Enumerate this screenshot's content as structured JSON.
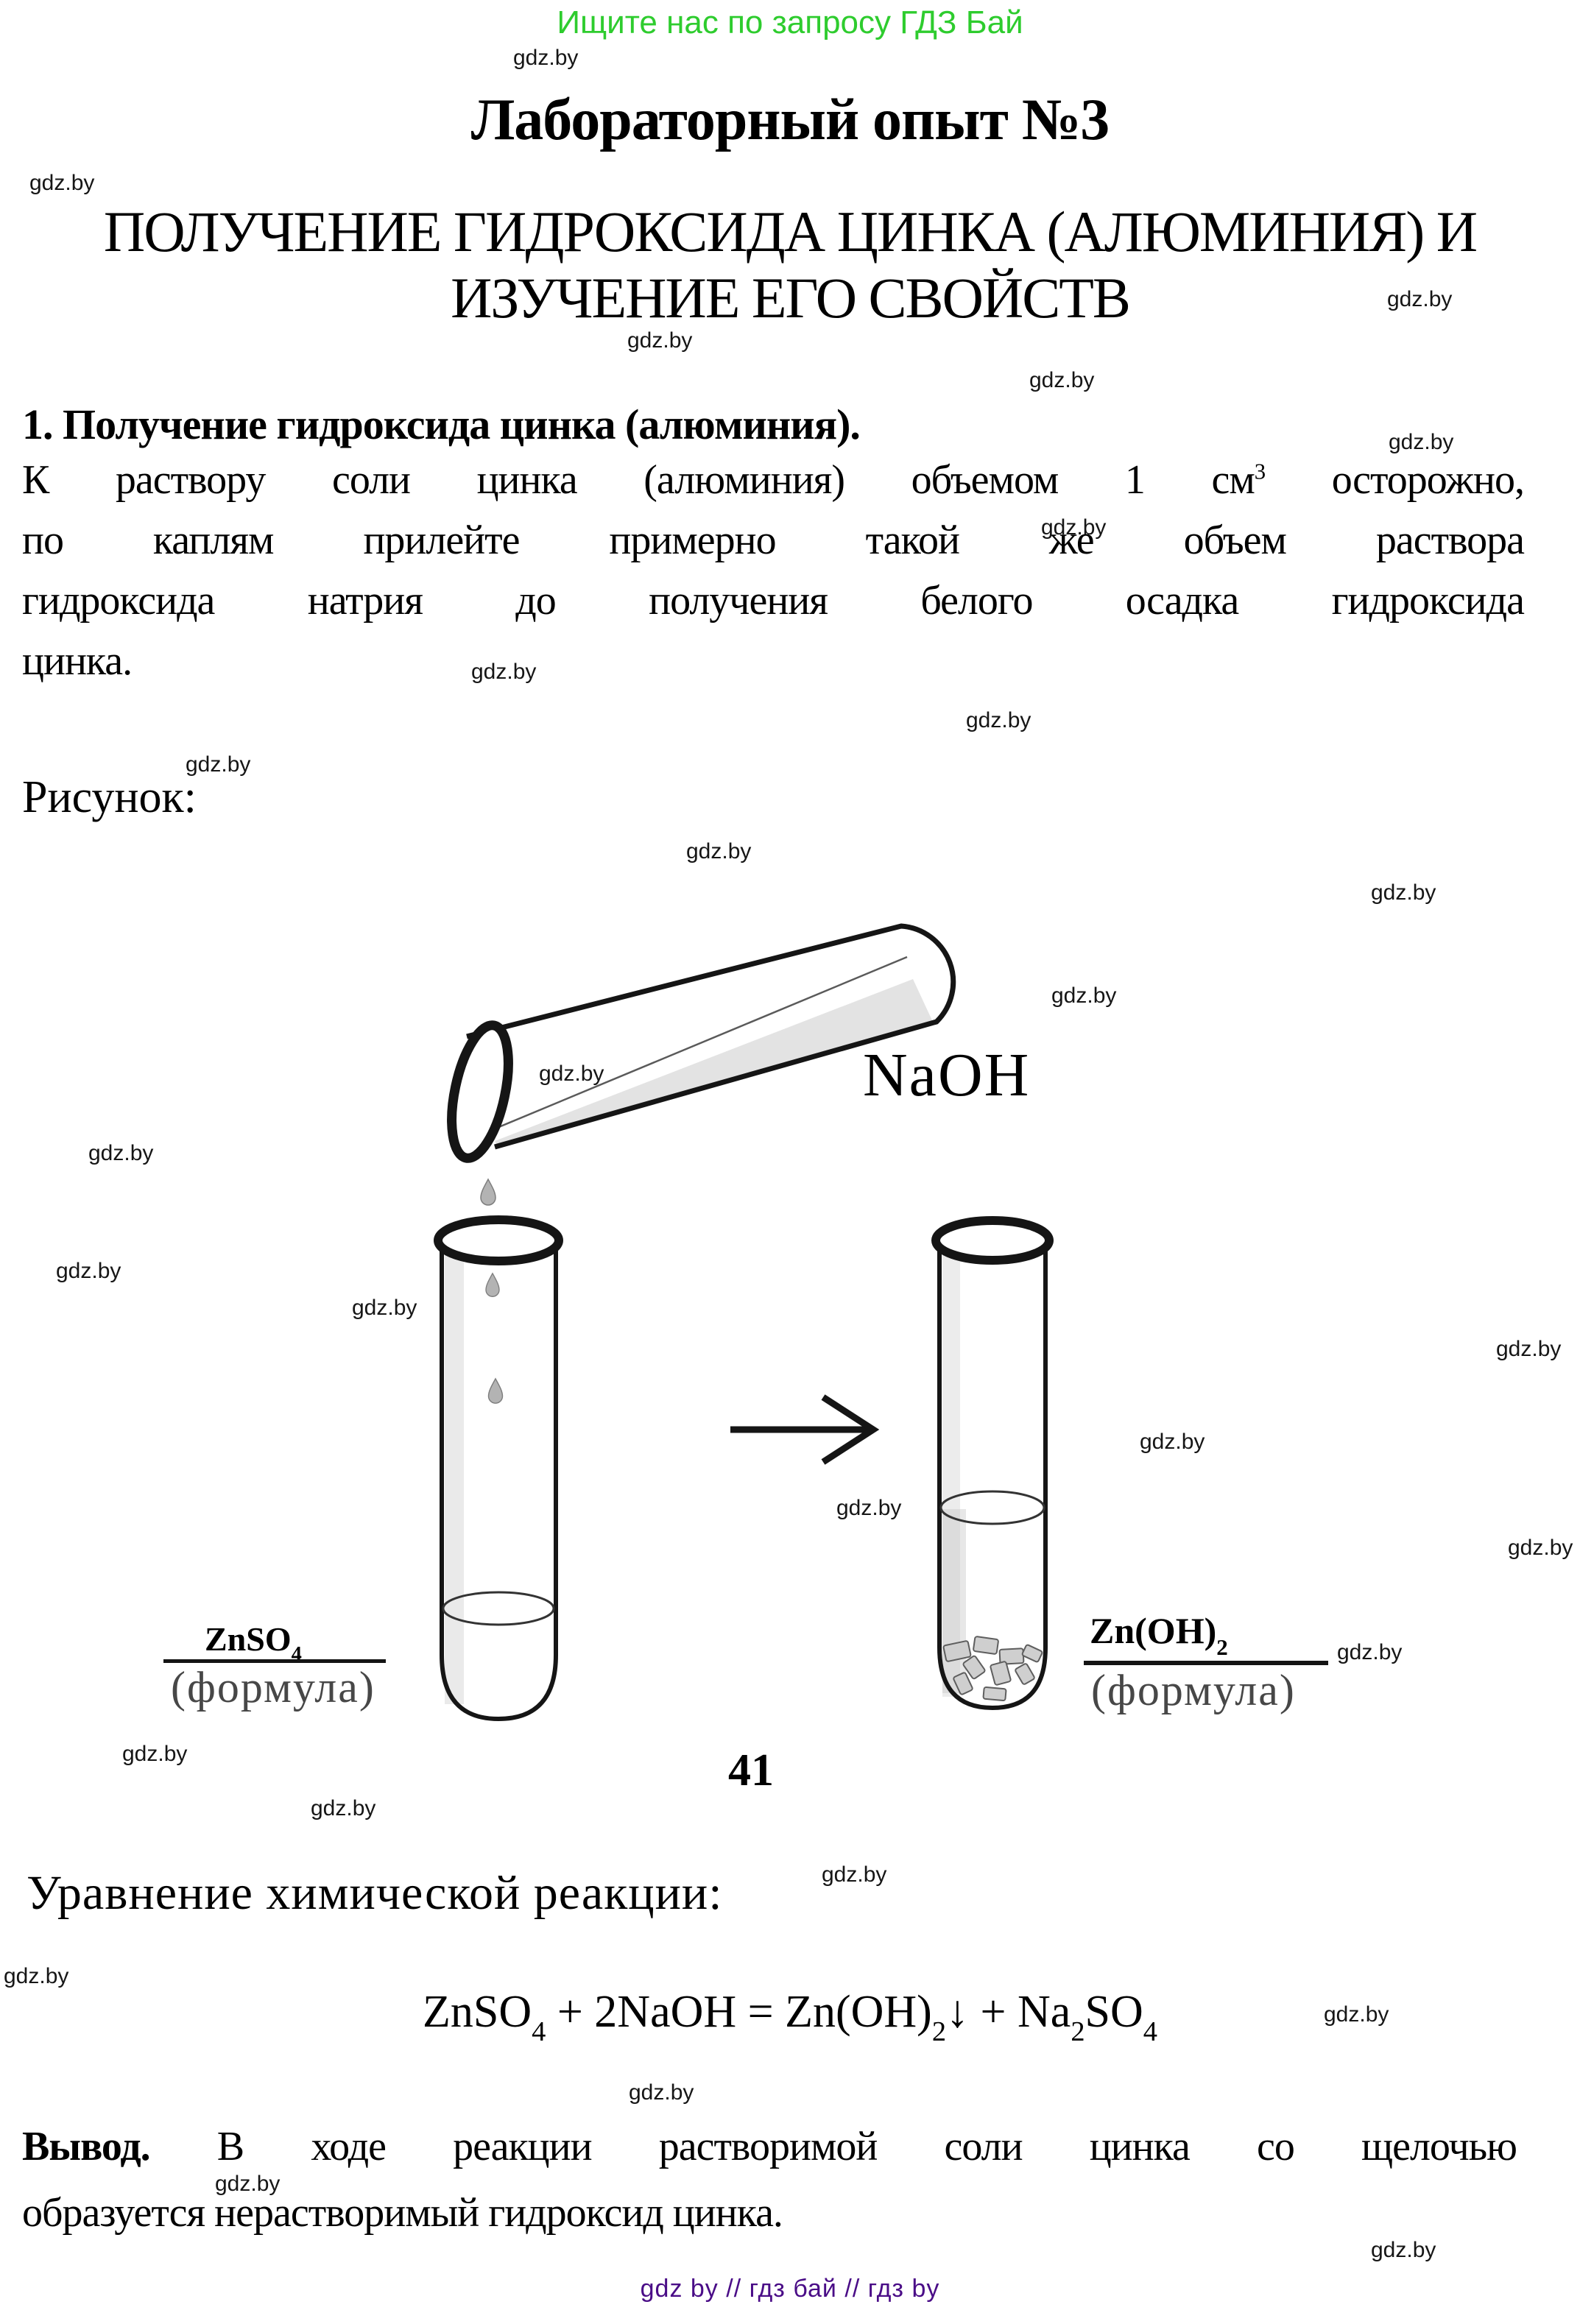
{
  "page": {
    "promo": "Ищите нас по запросу ГДЗ Бай",
    "watermark": "gdz.by",
    "title": "Лабораторный опыт №3",
    "heading_line1": "ПОЛУЧЕНИЕ ГИДРОКСИДА ЦИНКА (АЛЮМИНИЯ) И",
    "heading_line2": "ИЗУЧЕНИЕ ЕГО СВОЙСТВ",
    "section_heading": "1. Получение гидроксида цинка (алюминия).",
    "paragraph": {
      "line1_pre": "К раствору соли цинка (алюминия) объемом 1 см",
      "line1_sup": "3",
      "line1_post": " осторожно,",
      "line2": "по каплям прилейте примерно такой же объем раствора",
      "line3": "гидроксида натрия до получения белого осадка гидроксида",
      "line4": "цинка."
    },
    "figure_label": "Рисунок:",
    "page_number": "41",
    "equation_heading": "Уравнение химической реакции:",
    "conclusion": {
      "label": "Вывод.",
      "line1": " В ходе реакции растворимой соли цинка со щелочью",
      "line2": "образуется нерастворимый гидроксид цинка."
    },
    "footer": "gdz by  //  гдз бай  //  гдз by"
  },
  "figure": {
    "reagent_label": "NaOH",
    "left_tube": {
      "formula_pre": "ZnSO",
      "formula_sub": "4",
      "caption": "(формула)"
    },
    "right_tube": {
      "formula_pre": "Zn(OH)",
      "formula_sub": "2",
      "caption": "(формула)"
    }
  },
  "equation": {
    "parts": [
      {
        "t": "ZnSO"
      },
      {
        "sub": "4"
      },
      {
        "t": " + 2NaOH = Zn(OH)"
      },
      {
        "sub": "2"
      },
      {
        "t": "↓ + Na"
      },
      {
        "sub": "2"
      },
      {
        "t": "SO"
      },
      {
        "sub": "4"
      }
    ]
  },
  "colors": {
    "promo_green": "#2ecc2e",
    "footer_purple": "#4a0d87",
    "text_black": "#000000",
    "caption_grey": "#474747"
  }
}
